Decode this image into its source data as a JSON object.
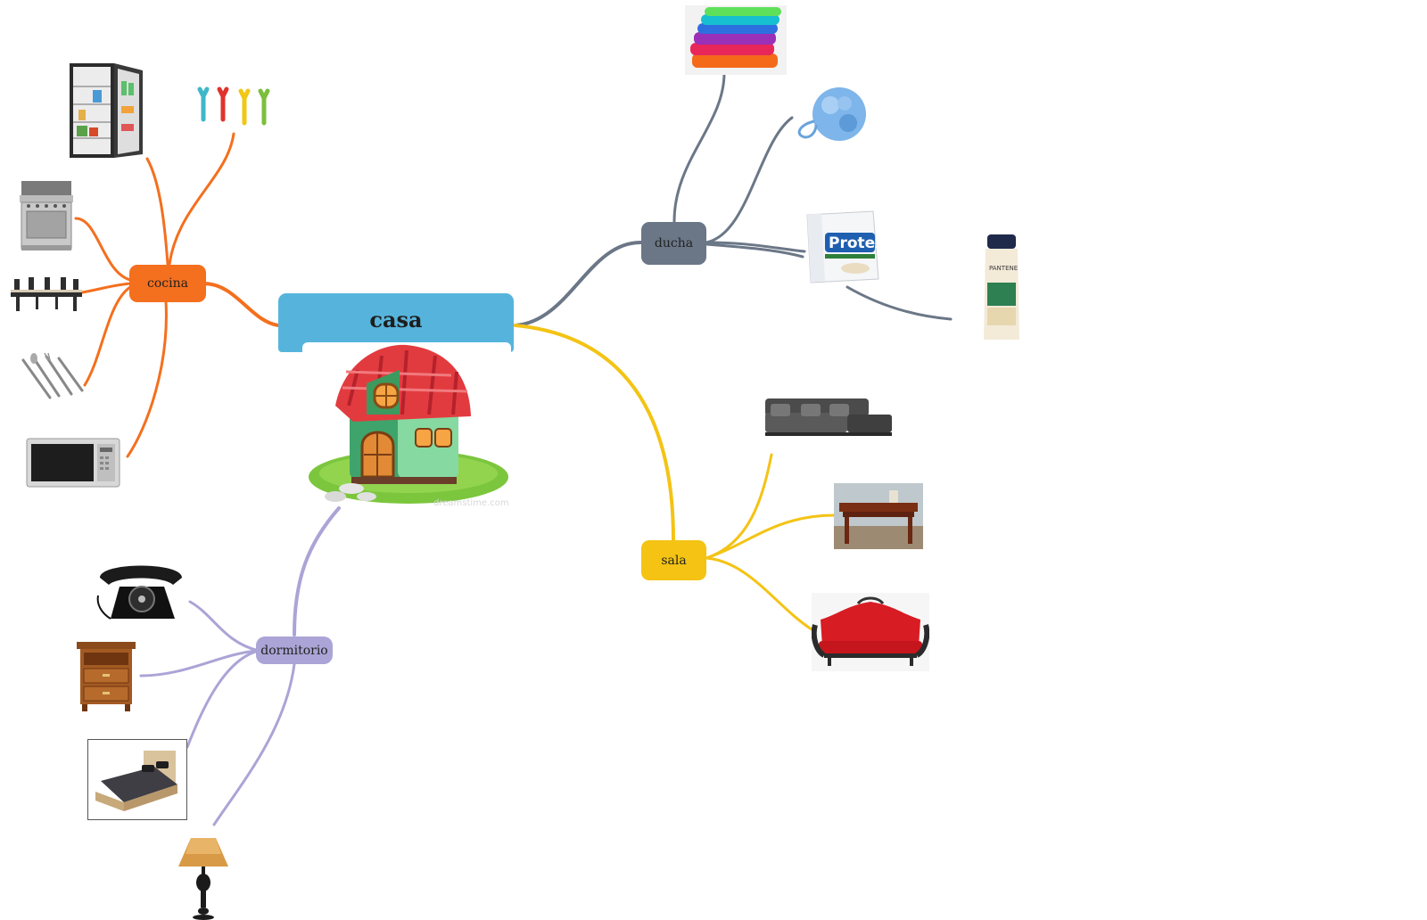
{
  "central": {
    "label": "casa",
    "color": "#56b4dc"
  },
  "branches": {
    "cocina": {
      "label": "cocina",
      "color": "#f46f1e",
      "items": [
        "refrigerator-icon",
        "peelers-icon",
        "stove-icon",
        "dining-table-icon",
        "cutlery-icon",
        "microwave-icon"
      ]
    },
    "ducha": {
      "label": "ducha",
      "color": "#6b7787",
      "items": [
        "towels-icon",
        "bath-sponge-icon",
        "soap-pack-icon",
        "shampoo-bottle-icon"
      ]
    },
    "sala": {
      "label": "sala",
      "color": "#f4c314",
      "items": [
        "sectional-sofa-icon",
        "coffee-table-icon",
        "red-sofa-icon"
      ]
    },
    "dormitorio": {
      "label": "dormitorio",
      "color": "#aba4d6",
      "items": [
        "rotary-phone-icon",
        "nightstand-icon",
        "bed-icon",
        "table-lamp-icon"
      ]
    }
  },
  "product_text": {
    "soap_brand": "Protex",
    "shampoo_brand": "PANTENE"
  },
  "watermark": "dreamstime.com"
}
